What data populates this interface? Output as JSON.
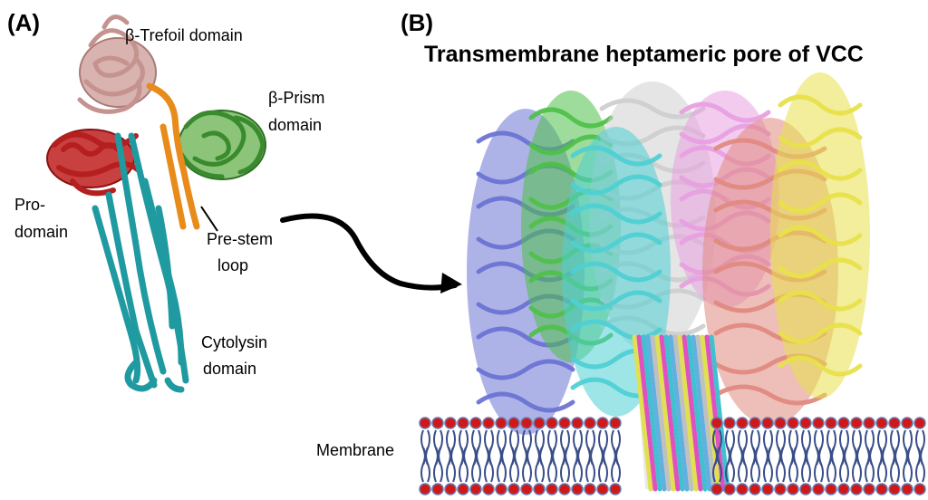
{
  "panel_a": {
    "letter": "(A)",
    "labels": {
      "trefoil": {
        "symbol": "β",
        "text": "-Trefoil domain"
      },
      "prism": {
        "line1_symbol": "β",
        "line1_text": "-Prism",
        "line2": "domain"
      },
      "prodomain": {
        "line1": "Pro-",
        "line2": "domain"
      },
      "prestem": {
        "line1": "Pre-stem",
        "line2": "loop"
      },
      "cytolysin": {
        "line1": "Cytolysin",
        "line2": "domain"
      }
    },
    "domain_colors": {
      "trefoil": "#c4938f",
      "prism": "#3a8a2e",
      "prodomain": "#b51f1f",
      "prestem": "#e88b1a",
      "cytolysin": "#1f9aa0"
    }
  },
  "panel_b": {
    "letter": "(B)",
    "title": "Transmembrane heptameric pore of VCC",
    "membrane_label": "Membrane",
    "protomer_colors": [
      "#6c74d4",
      "#4fc04a",
      "#cfcfcf",
      "#4fd0d4",
      "#e8a0e0",
      "#e08a80",
      "#e8e04a"
    ],
    "barrel_colors": [
      "#e0e050",
      "#e050c0",
      "#40c0d0",
      "#60b0e0",
      "#c0c0c0"
    ],
    "membrane_colors": {
      "headgroup": "#d01818",
      "headgroup_edge": "#6a7ab0",
      "tail": "#3a4e88"
    }
  }
}
